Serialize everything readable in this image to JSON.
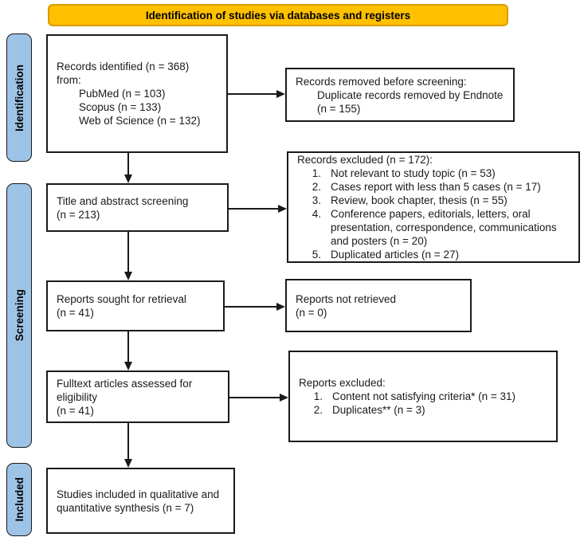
{
  "colors": {
    "banner-bg": "#FFC000",
    "banner-border": "#D99B00",
    "sidebar-bg": "#9DC3E6",
    "line": "#1A1A1A"
  },
  "banner": {
    "label": "Identification of studies via databases and registers"
  },
  "sidebar": {
    "identification": "Identification",
    "screening": "Screening",
    "included": "Included"
  },
  "boxes": {
    "records_identified": {
      "line1": "Records identified (n = 368)",
      "line2": "from:",
      "sources": [
        "PubMed (n = 103)",
        "Scopus (n = 133)",
        "Web of Science (n = 132)"
      ]
    },
    "records_removed": {
      "title": "Records removed before screening:",
      "detail": "Duplicate records removed by Endnote (n = 155)"
    },
    "title_abstract_screening": {
      "line1": "Title and abstract screening",
      "line2": "(n = 213)"
    },
    "records_excluded": {
      "title": "Records excluded (n = 172):",
      "items": [
        {
          "num": "1.",
          "text": "Not relevant to study topic (n = 53)"
        },
        {
          "num": "2.",
          "text": "Cases report with less than 5 cases (n = 17)"
        },
        {
          "num": "3.",
          "text": "Review, book chapter, thesis (n = 55)"
        },
        {
          "num": "4.",
          "text": "Conference papers, editorials, letters, oral presentation, correspondence, communications and posters (n = 20)"
        },
        {
          "num": "5.",
          "text": "Duplicated articles (n = 27)"
        }
      ]
    },
    "reports_sought": {
      "line1": "Reports sought for retrieval",
      "line2": "(n = 41)"
    },
    "reports_not_retrieved": {
      "line1": "Reports not retrieved",
      "line2": "(n = 0)"
    },
    "fulltext_assessed": {
      "line1": "Fulltext articles assessed for",
      "line2": "eligibility",
      "line3": "(n = 41)"
    },
    "reports_excluded": {
      "title": "Reports excluded:",
      "items": [
        {
          "num": "1.",
          "text": "Content not satisfying criteria* (n = 31)"
        },
        {
          "num": "2.",
          "text": "Duplicates** (n = 3)"
        }
      ]
    },
    "studies_included": {
      "line1": "Studies included in qualitative and",
      "line2": "quantitative synthesis (n = 7)"
    }
  }
}
